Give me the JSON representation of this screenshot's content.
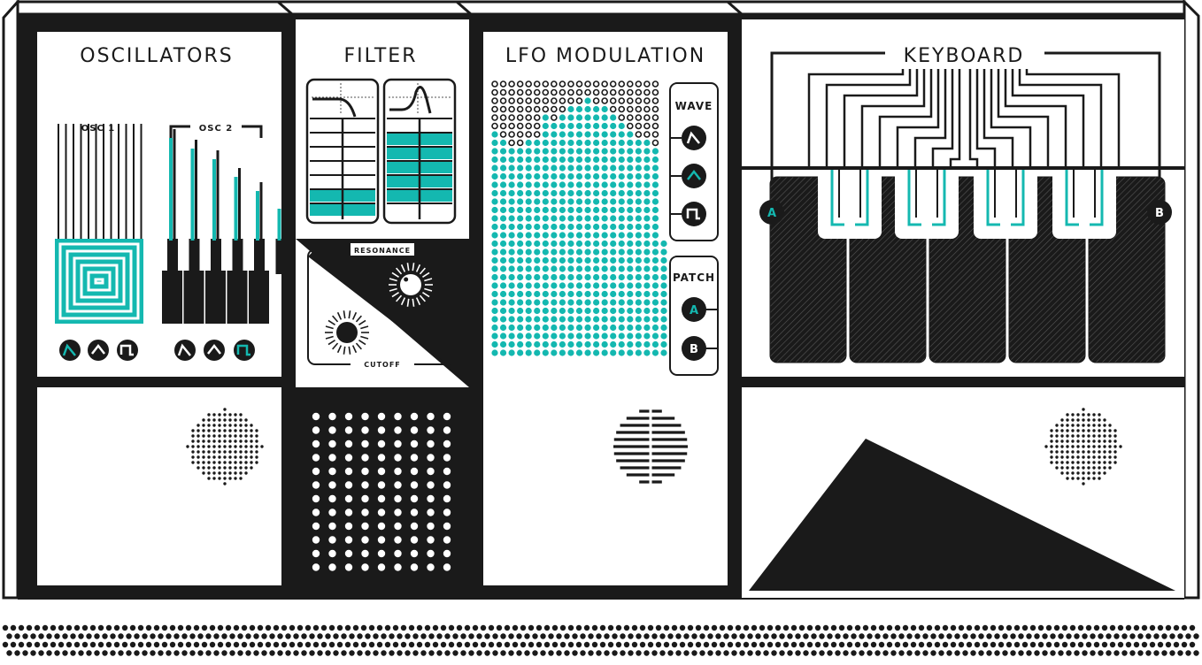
{
  "colors": {
    "ink": "#1a1a1a",
    "accent": "#14b8b0",
    "panel": "#ffffff"
  },
  "modules": {
    "oscillators": {
      "title": "OSCILLATORS",
      "osc1_label": "OSC 1",
      "osc2_label": "OSC 2",
      "osc1_waves": [
        {
          "icon": "saw-wave-icon",
          "active": true
        },
        {
          "icon": "triangle-wave-icon",
          "active": false
        },
        {
          "icon": "square-wave-icon",
          "active": false
        }
      ],
      "osc2_waves": [
        {
          "icon": "saw-wave-icon",
          "active": false
        },
        {
          "icon": "triangle-wave-icon",
          "active": false
        },
        {
          "icon": "square-wave-icon",
          "active": true
        }
      ]
    },
    "filter": {
      "title": "FILTER",
      "resonance_label": "RESONANCE",
      "cutoff_label": "CUTOFF"
    },
    "lfo": {
      "title": "LFO MODULATION",
      "wave_label": "WAVE",
      "patch_label": "PATCH",
      "patch_a": "A",
      "patch_b": "B"
    },
    "keyboard": {
      "title": "KEYBOARD",
      "key_a": "A",
      "key_b": "B"
    }
  }
}
